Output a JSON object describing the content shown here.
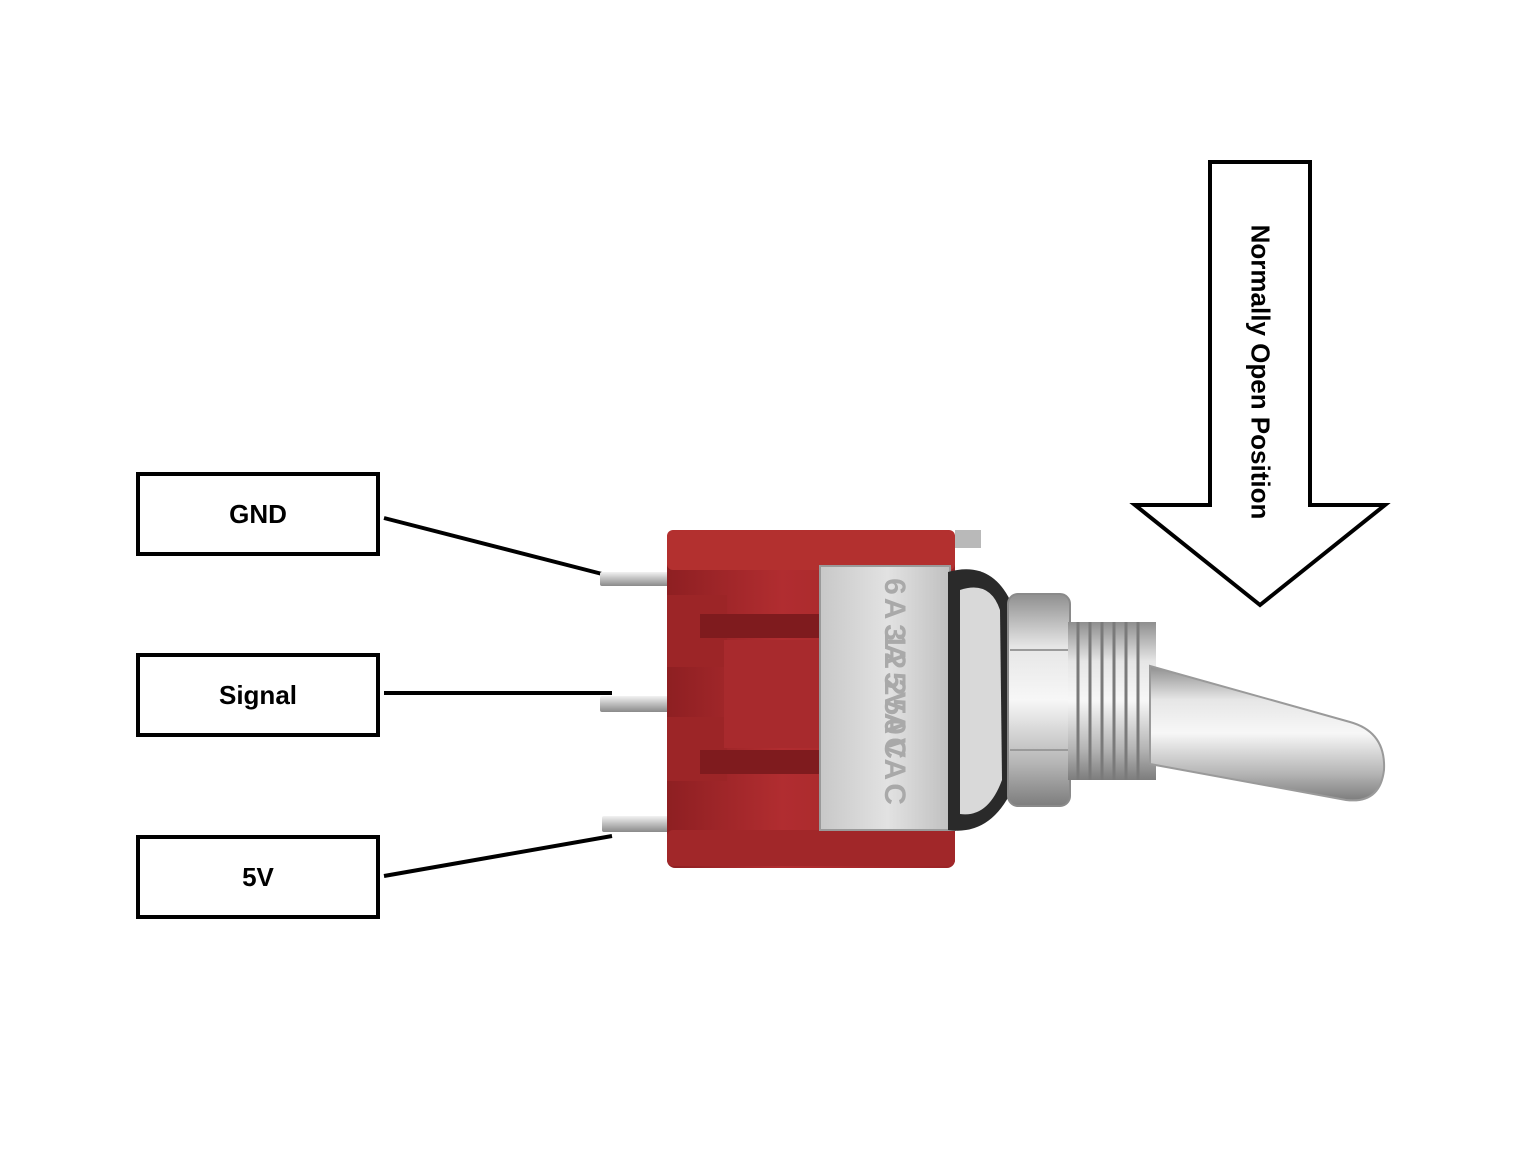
{
  "pins": [
    {
      "id": "gnd",
      "label": "GND"
    },
    {
      "id": "signal",
      "label": "Signal"
    },
    {
      "id": "5v",
      "label": "5V"
    }
  ],
  "arrow": {
    "label": "Normally Open Position"
  },
  "switch_markings": {
    "line1": "3A 250VAC",
    "line2": "6A 125VAC"
  },
  "colors": {
    "switch_body": "#a6282b",
    "metal": "#c9c9c9",
    "line": "#000000"
  }
}
